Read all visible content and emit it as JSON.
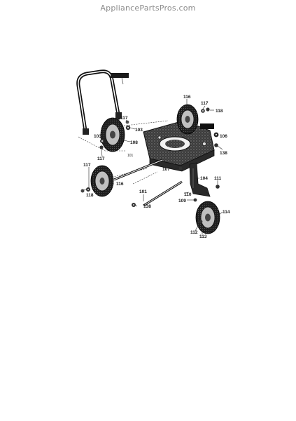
{
  "watermark": "AppliancePartsPros.com",
  "callouts": {
    "c116a": "116",
    "c117a": "117",
    "c118a": "118",
    "c106": "106",
    "c138a": "138",
    "c117b": "117",
    "c103a": "103",
    "c103b": "103",
    "c108": "108",
    "c117c": "117",
    "c101a": "101",
    "c107": "107",
    "c104": "104",
    "c111": "111",
    "c117d": "117",
    "c116b": "116",
    "c118b": "118",
    "c101b": "101",
    "c110": "110",
    "c109": "109",
    "c138b": "138",
    "c114": "114",
    "c112": "112",
    "c113": "113"
  }
}
